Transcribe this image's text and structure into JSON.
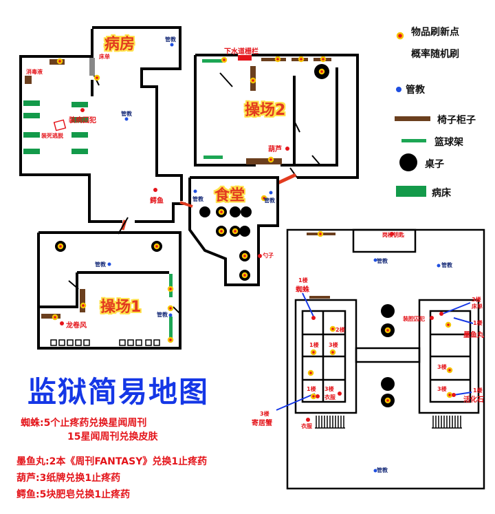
{
  "rooms": {
    "ward": "病房",
    "yard2": "操场2",
    "canteen": "食堂",
    "yard1": "操场1"
  },
  "map_title": "监狱简易地图",
  "legend": {
    "item_refresh_line1": "物品刷新点",
    "item_refresh_line2": "概率随机刷",
    "guard": "管教",
    "chairs": "椅子柜子",
    "hoop": "篮球架",
    "table": "桌子",
    "bed": "病床"
  },
  "labels": {
    "guard": "管教",
    "bedsheet": "床单",
    "disinfectant": "消毒液",
    "fake_sick": "装病囚犯",
    "fake_dead": "装死逃脱",
    "sewer_grate": "下水道栅栏",
    "gourd": "葫芦",
    "crocodile": "鳄鱼",
    "spoon": "勺子",
    "tornado": "龙卷风",
    "tower_key": "岗楼钥匙",
    "spider": "蜘蛛",
    "floor1": "1楼",
    "floor2": "2楼",
    "floor3": "3楼",
    "clothes": "衣服",
    "hermit_crab_floor": "3楼",
    "hermit_crab": "寄居蟹",
    "fake_cavity": "装腔囚犯",
    "bedsheet_3f": "床单",
    "inkfish_pill": "墨鱼丸",
    "activated_stone": "活化石"
  },
  "notes": {
    "spider_line1": "蜘蛛:5个止疼药兑换星闻周刊",
    "spider_line2": "15星闻周刊兑换皮肤",
    "inkfish": "墨鱼丸:2本《周刊FANTASY》兑换1止疼药",
    "gourd": "葫芦:3纸牌兑换1止疼药",
    "crocodile": "鳄鱼:5块肥皂兑换1止疼药"
  },
  "colors": {
    "wall": "#000000",
    "item_dot_fill": "#e4141a",
    "item_dot_ring": "#f5c400",
    "guard_dot": "#1f4fe0",
    "chair": "#6b3f1e",
    "hoop": "#1ca654",
    "bed": "#139a4a",
    "door": "#e23b1f",
    "title_blue": "#1537e6",
    "note_red": "#e4141a"
  }
}
